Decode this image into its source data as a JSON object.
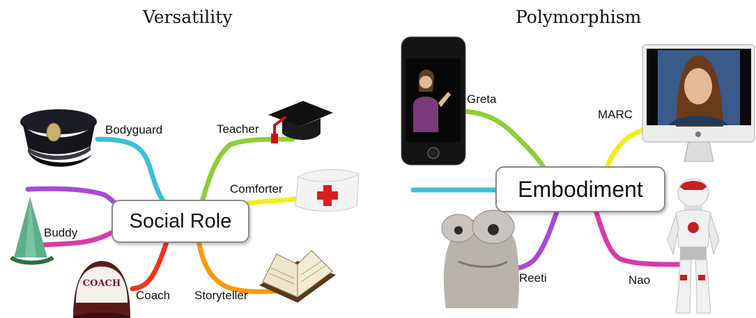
{
  "left_panel": {
    "title": "Versatility",
    "center": "Social Role",
    "roles": [
      "Bodyguard",
      "Teacher",
      "Comforter",
      "Buddy",
      "Coach",
      "Storyteller"
    ],
    "coach_cap_text": "COACH"
  },
  "right_panel": {
    "title": "Polymorphism",
    "center": "Embodiment",
    "agents": [
      "Greta",
      "MARC",
      "Reeti",
      "Nao"
    ]
  },
  "colors": {
    "cyan": "#3bbfd9",
    "green": "#8fce3a",
    "yellow": "#f2ee1a",
    "purple": "#a64bd6",
    "magenta": "#d93aa8",
    "red": "#f0341c",
    "orange": "#f79a10"
  }
}
